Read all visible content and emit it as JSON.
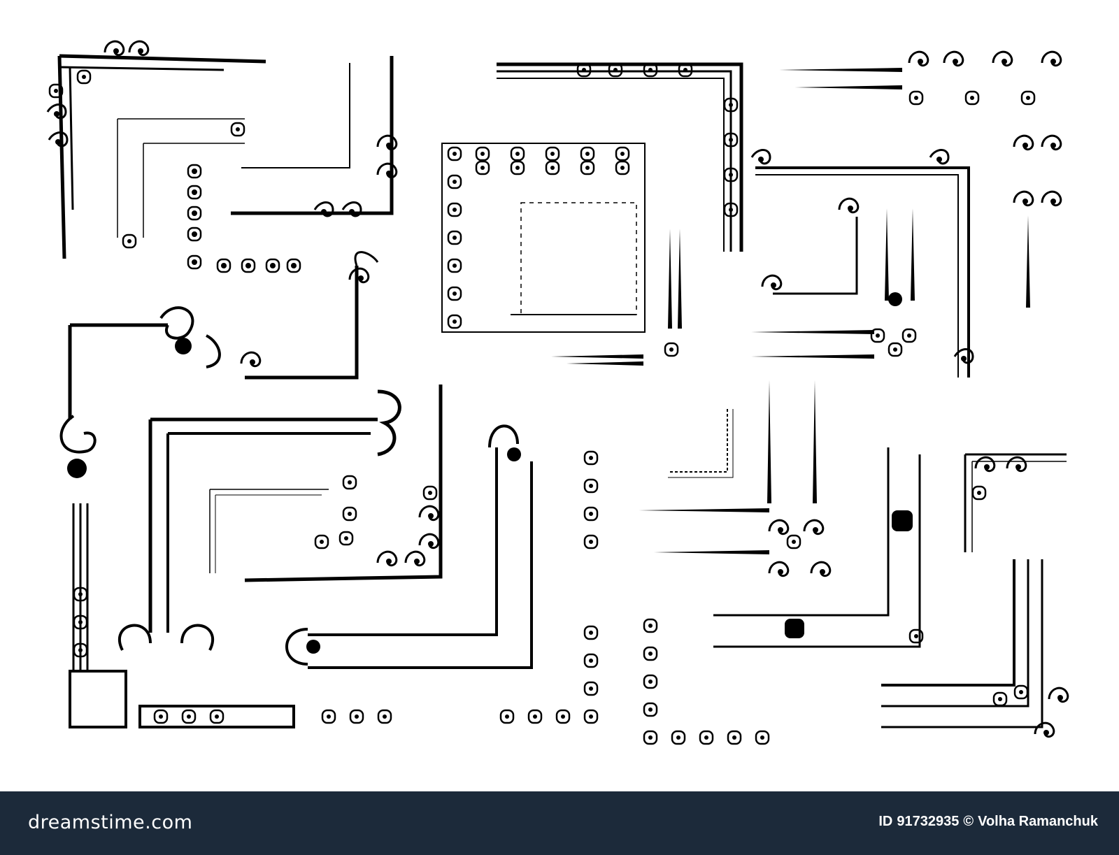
{
  "footer": {
    "logo_text": "dreamstime.com",
    "id_label": "ID",
    "id_number": "91732935",
    "copyright_symbol": "©",
    "author": "Volha Ramanchuk",
    "background": "#1c2a3a",
    "text_color": "#ffffff"
  },
  "artwork": {
    "ink_color": "#000000",
    "background": "#ffffff"
  }
}
